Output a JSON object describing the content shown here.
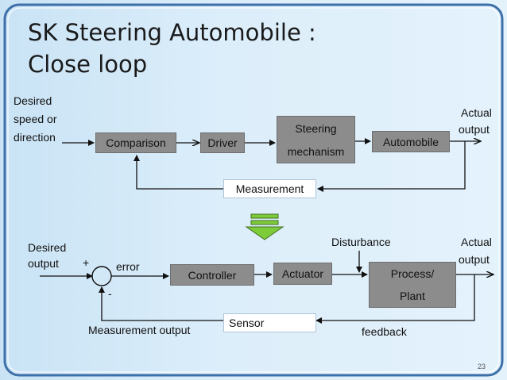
{
  "slide": {
    "title_line1": "SK Steering Automobile :",
    "title_line2": "Close loop",
    "page_number": "23"
  },
  "top_diagram": {
    "input_label": [
      "Desired",
      "speed or",
      "direction"
    ],
    "output_label": [
      "Actual",
      "output"
    ],
    "comparison": "Comparison",
    "driver": "Driver",
    "steering_line1": "Steering",
    "steering_line2": "mechanism",
    "automobile": "Automobile",
    "measurement": "Measurement"
  },
  "bottom_diagram": {
    "input_label": [
      "Desired",
      "output"
    ],
    "plus": "+",
    "minus": "-",
    "error": "error",
    "controller": "Controller",
    "actuator": "Actuator",
    "disturbance": "Disturbance",
    "process_line1": "Process/",
    "process_line2": "Plant",
    "output_label": [
      "Actual",
      "output"
    ],
    "sensor": "Sensor",
    "measurement_output": "Measurement output",
    "feedback": "feedback"
  },
  "colors": {
    "background": "#d6ebf8",
    "block_fill": "#8c8c8c",
    "white_block": "#ffffff",
    "arrow_green": "#7ecb3a",
    "frame": "#3d6fa8"
  }
}
